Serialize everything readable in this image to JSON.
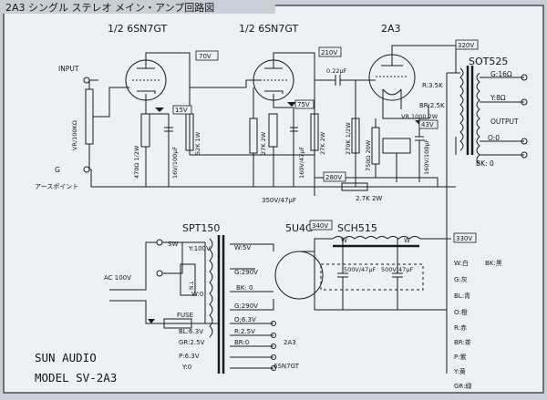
{
  "title": "2A3 シングル ステレオ メイン・アンプ回路図",
  "tubes": {
    "v1": "1/2 6SN7GT",
    "v2": "1/2 6SN7GT",
    "v3": "2A3",
    "rect": "5U4G"
  },
  "transformers": {
    "output": "SOT525",
    "power": "SPT150",
    "choke": "SCH515"
  },
  "input": {
    "input_label": "INPUT",
    "ground_label": "G",
    "earth_point": "アースポイント",
    "volume": "VR/100KΩ"
  },
  "output": {
    "label": "OUTPUT",
    "g16": "G:16Ω",
    "y8": "Y:8Ω",
    "o0": "O:0",
    "bk0": "BK: 0"
  },
  "voltages": {
    "v70": "70V",
    "v15": "15V",
    "v210": "210V",
    "v75": "75V",
    "v320": "320V",
    "v43": "43V",
    "v280": "280V",
    "v340": "340V",
    "v330": "330V"
  },
  "parts": {
    "r470": "470Ω 1/2W",
    "c_cath1": "16V/100μF",
    "r52k": "52K 1W",
    "r27k_a": "27K 2W",
    "c_cath2": "160V/47μF",
    "r27k_b": "27K 2W",
    "c_coupling": "0.22μF",
    "r270k": "270K 1/2W",
    "r750": "750Ω 20W",
    "vr1000": "VR 1000 2W",
    "c_cath3": "160V/100μF",
    "r_r": "R:3.5K",
    "r_br": "BR:2.5K",
    "c_filter1": "350V/47μF",
    "r2_7k": "2.7K 2W",
    "c_filter2a": "500V/47μF",
    "c_filter2b": "500V/47μF"
  },
  "power": {
    "sw": "SW",
    "ac": "AC 100V",
    "fuse": "FUSE",
    "nl": "N.L",
    "y100": "Y:100V",
    "w0": "W:0",
    "w5v": "W:5V",
    "g290a": "G:290V",
    "bk0": "BK: 0",
    "g290b": "G:290V",
    "o63": "O;6.3V",
    "bl63": "BL:6.3V",
    "r25": "R:2.5V",
    "gr25": "GR:2.5V",
    "br0": "BR:0",
    "p63": "P:6.3V",
    "y0": "Y:0",
    "lbl2a3": "2A3",
    "lbl6sn7": "6SN7GT",
    "lblw1": "W",
    "lblw2": "W"
  },
  "legend": {
    "bk": "BK:黒",
    "items": [
      "W:白",
      "G:灰",
      "BL:青",
      "O:橙",
      "R:赤",
      "BR:茶",
      "P:紫",
      "Y:黄",
      "GR:緑"
    ]
  },
  "brand": {
    "line1": "SUN AUDIO",
    "line2": "MODEL SV-2A3"
  }
}
